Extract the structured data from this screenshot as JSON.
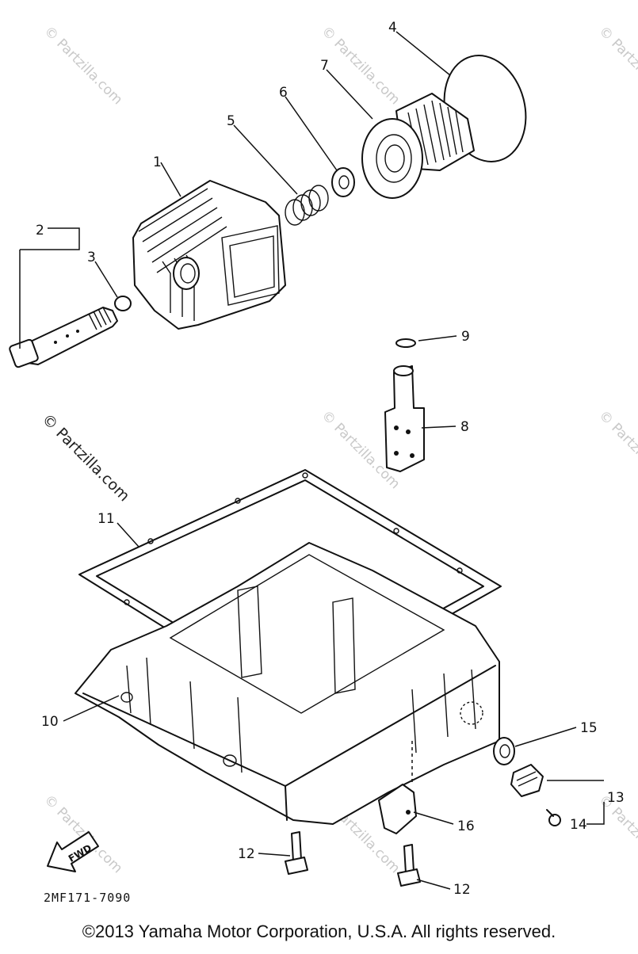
{
  "diagram": {
    "callouts": {
      "p1": "1",
      "p2": "2",
      "p3": "3",
      "p4": "4",
      "p5": "5",
      "p6": "6",
      "p7": "7",
      "p8": "8",
      "p9": "9",
      "p10": "10",
      "p11": "11",
      "p12a": "12",
      "p12b": "12",
      "p13": "13",
      "p14": "14",
      "p15": "15",
      "p16": "16"
    },
    "watermark_main": "© Partzilla.com",
    "watermark_faint": "© Partzilla.com",
    "front_arrow_label": "FWD",
    "figure_code": "2MF171-7090"
  },
  "footer": {
    "copyright": "©2013 Yamaha Motor Corporation, U.S.A. All rights reserved."
  }
}
